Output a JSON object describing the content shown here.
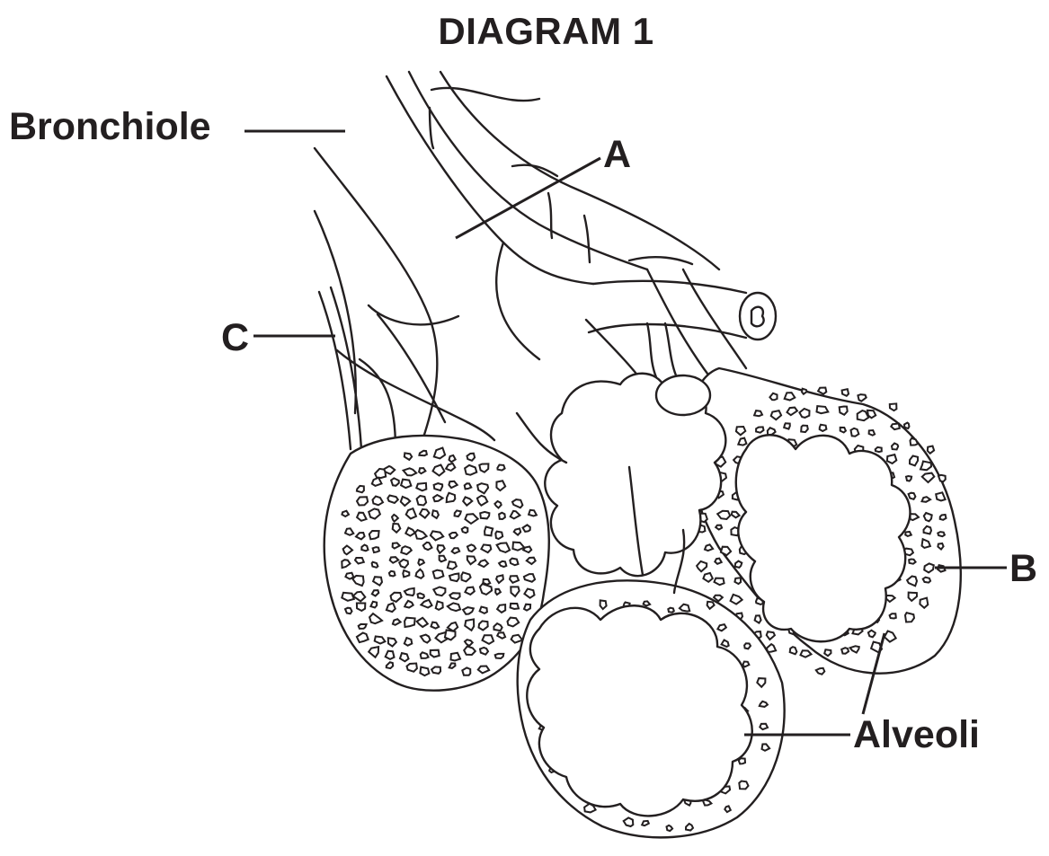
{
  "title": "DIAGRAM  1",
  "labels": {
    "bronchiole": "Bronchiole",
    "a": "A",
    "b": "B",
    "c": "C",
    "alveoli": "Alveoli"
  },
  "colors": {
    "ink": "#231f20",
    "background": "#ffffff"
  }
}
